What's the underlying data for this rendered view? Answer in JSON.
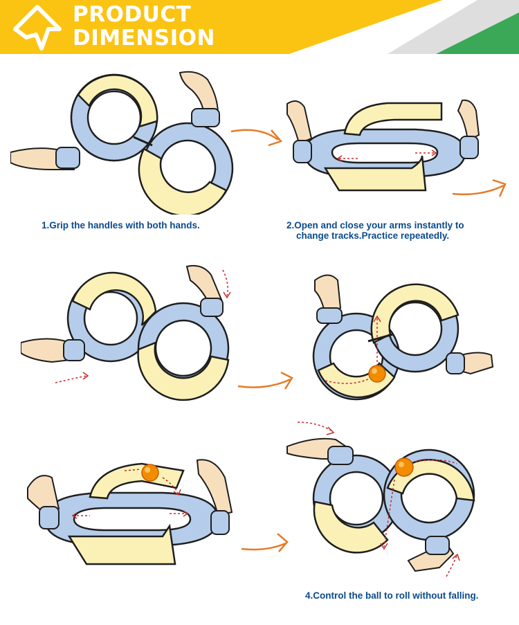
{
  "header": {
    "title_line1": "PRODUCT",
    "title_line2": "DIMENSION",
    "colors": {
      "yellow": "#fbc413",
      "green": "#3aa856",
      "gray": "#dedede",
      "white": "#ffffff"
    }
  },
  "steps": [
    {
      "caption": "1.Grip the handles with both hands."
    },
    {
      "caption_line1": "2.Open and close your arms instantly to",
      "caption_line2": "change tracks.Practice repeatedly."
    },
    {
      "caption": "4.Control the ball to roll without falling."
    }
  ],
  "colors": {
    "track_blue": "#b5cdea",
    "track_yellow": "#fbf1b7",
    "outline": "#1e1e1e",
    "hand": "#f7dfbe",
    "ball": "#f28c00",
    "arrow": "#e57b27",
    "dotted_arrow": "#c62828",
    "caption": "#0b4a8b"
  }
}
